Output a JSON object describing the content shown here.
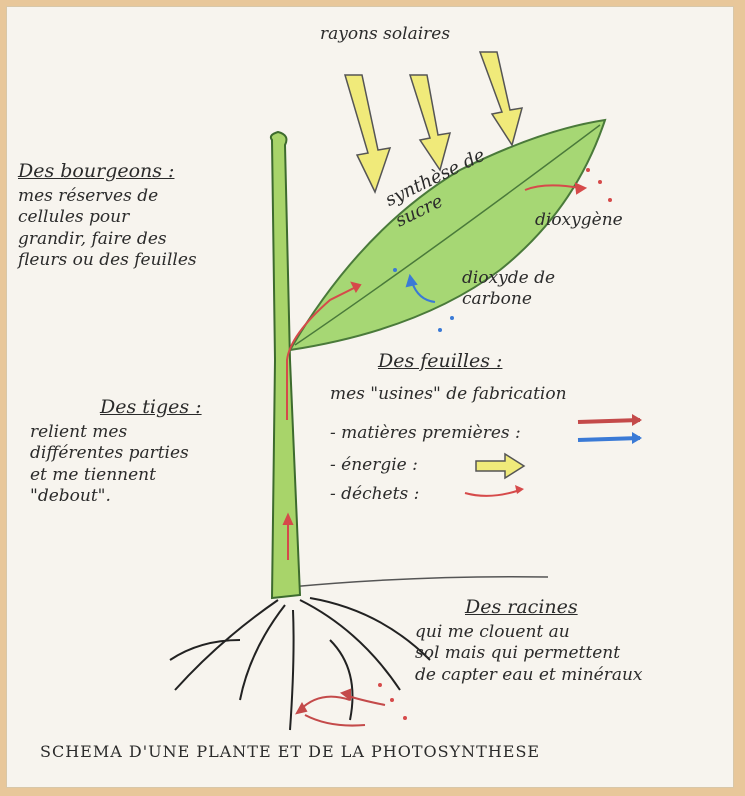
{
  "labels": {
    "solar": "rayons solaires",
    "synthesis": "synthèse de\nsucre",
    "dioxygene": "dioxygène",
    "co2": "dioxyde de\ncarbone",
    "buds_title": "Des bourgeons :",
    "buds_body": "mes réserves de\ncellules pour\ngrandir, faire des\nfleurs ou des feuilles",
    "stems_title": "Des tiges :",
    "stems_body": "relient mes\ndifférentes parties\net me tiennent\n\"debout\".",
    "leaves_title": "Des feuilles :",
    "leaves_body": "mes \"usines\" de fabrication",
    "legend_raw": "- matières premières :",
    "legend_energy": "- énergie :",
    "legend_waste": "- déchets :",
    "roots_title": "Des racines",
    "roots_body": "qui me clouent au\nsol mais qui permettent\nde capter eau et minéraux",
    "caption": "SCHEMA D'UNE PLANTE ET DE LA PHOTOSYNTHESE"
  },
  "colors": {
    "stem": "#a8d46a",
    "leaf": "#a6d774",
    "sun_arrow": "#f0ea7a",
    "red_arrow": "#d64a4a",
    "blue_arrow": "#3a7ad6",
    "ink": "#2b2b2b"
  }
}
